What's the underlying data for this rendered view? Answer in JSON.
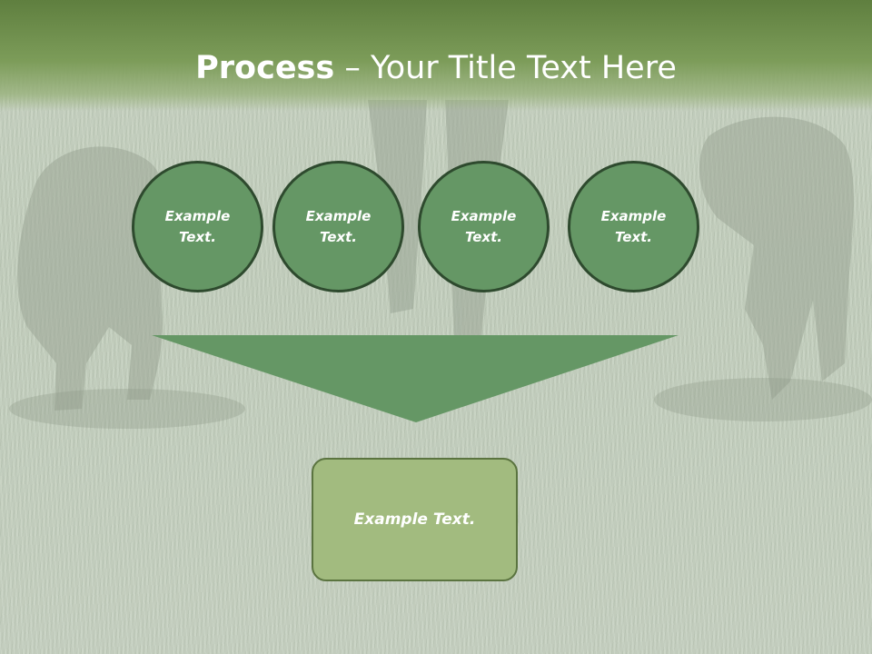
{
  "slide": {
    "title_bold": "Process",
    "title_rest": " – Your Title Text Here"
  },
  "circles": [
    {
      "text": "Example Text."
    },
    {
      "text": "Example Text."
    },
    {
      "text": "Example Text."
    },
    {
      "text": "Example Text."
    }
  ],
  "result_box": {
    "text": "Example Text."
  },
  "colors": {
    "header_green": "#6b8c4a",
    "circle_fill": "#659765",
    "circle_border": "#2e4a2e",
    "arrow_fill": "#659765",
    "box_fill": "#a2bb7f",
    "box_border": "#5b7440"
  }
}
